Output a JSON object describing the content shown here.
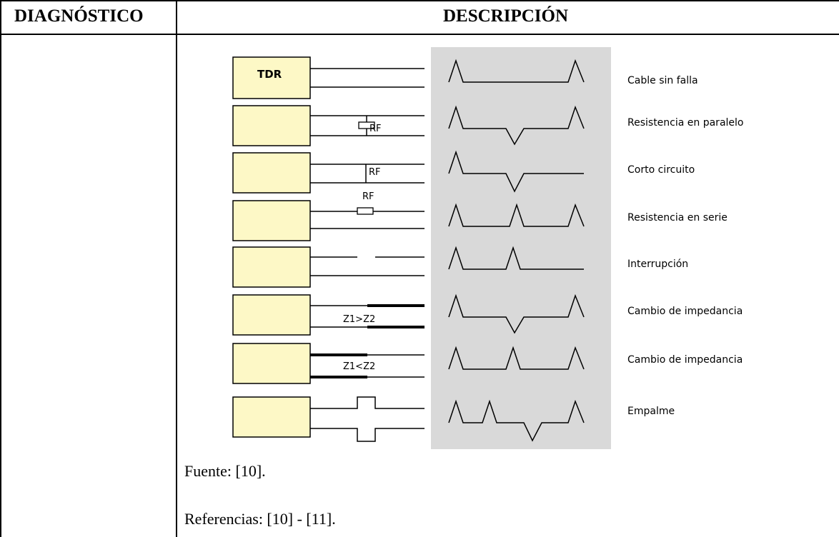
{
  "table": {
    "header_left": "DIAGNÓSTICO",
    "header_right": "DESCRIPCIÓN"
  },
  "figure": {
    "rows": [
      {
        "box_label": "TDR",
        "wire_label": "",
        "caption": "Cable  sin falla"
      },
      {
        "box_label": "",
        "wire_label": "RF",
        "caption": "Resistencia en paralelo"
      },
      {
        "box_label": "",
        "wire_label": "RF",
        "caption": "Corto circuito"
      },
      {
        "box_label": "",
        "wire_label": "RF",
        "caption": "Resistencia en serie"
      },
      {
        "box_label": "",
        "wire_label": "",
        "caption": "Interrupción"
      },
      {
        "box_label": "",
        "wire_label": "Z1>Z2",
        "caption": "Cambio de impedancia"
      },
      {
        "box_label": "",
        "wire_label": "Z1<Z2",
        "caption": "Cambio de impedancia"
      },
      {
        "box_label": "",
        "wire_label": "",
        "caption": "Empalme"
      }
    ],
    "colors": {
      "box_fill": "#fdf8c6",
      "panel_fill": "#d9d9d9"
    }
  },
  "footer": {
    "source": "Fuente: [10].",
    "references": "Referencias: [10] - [11]."
  }
}
